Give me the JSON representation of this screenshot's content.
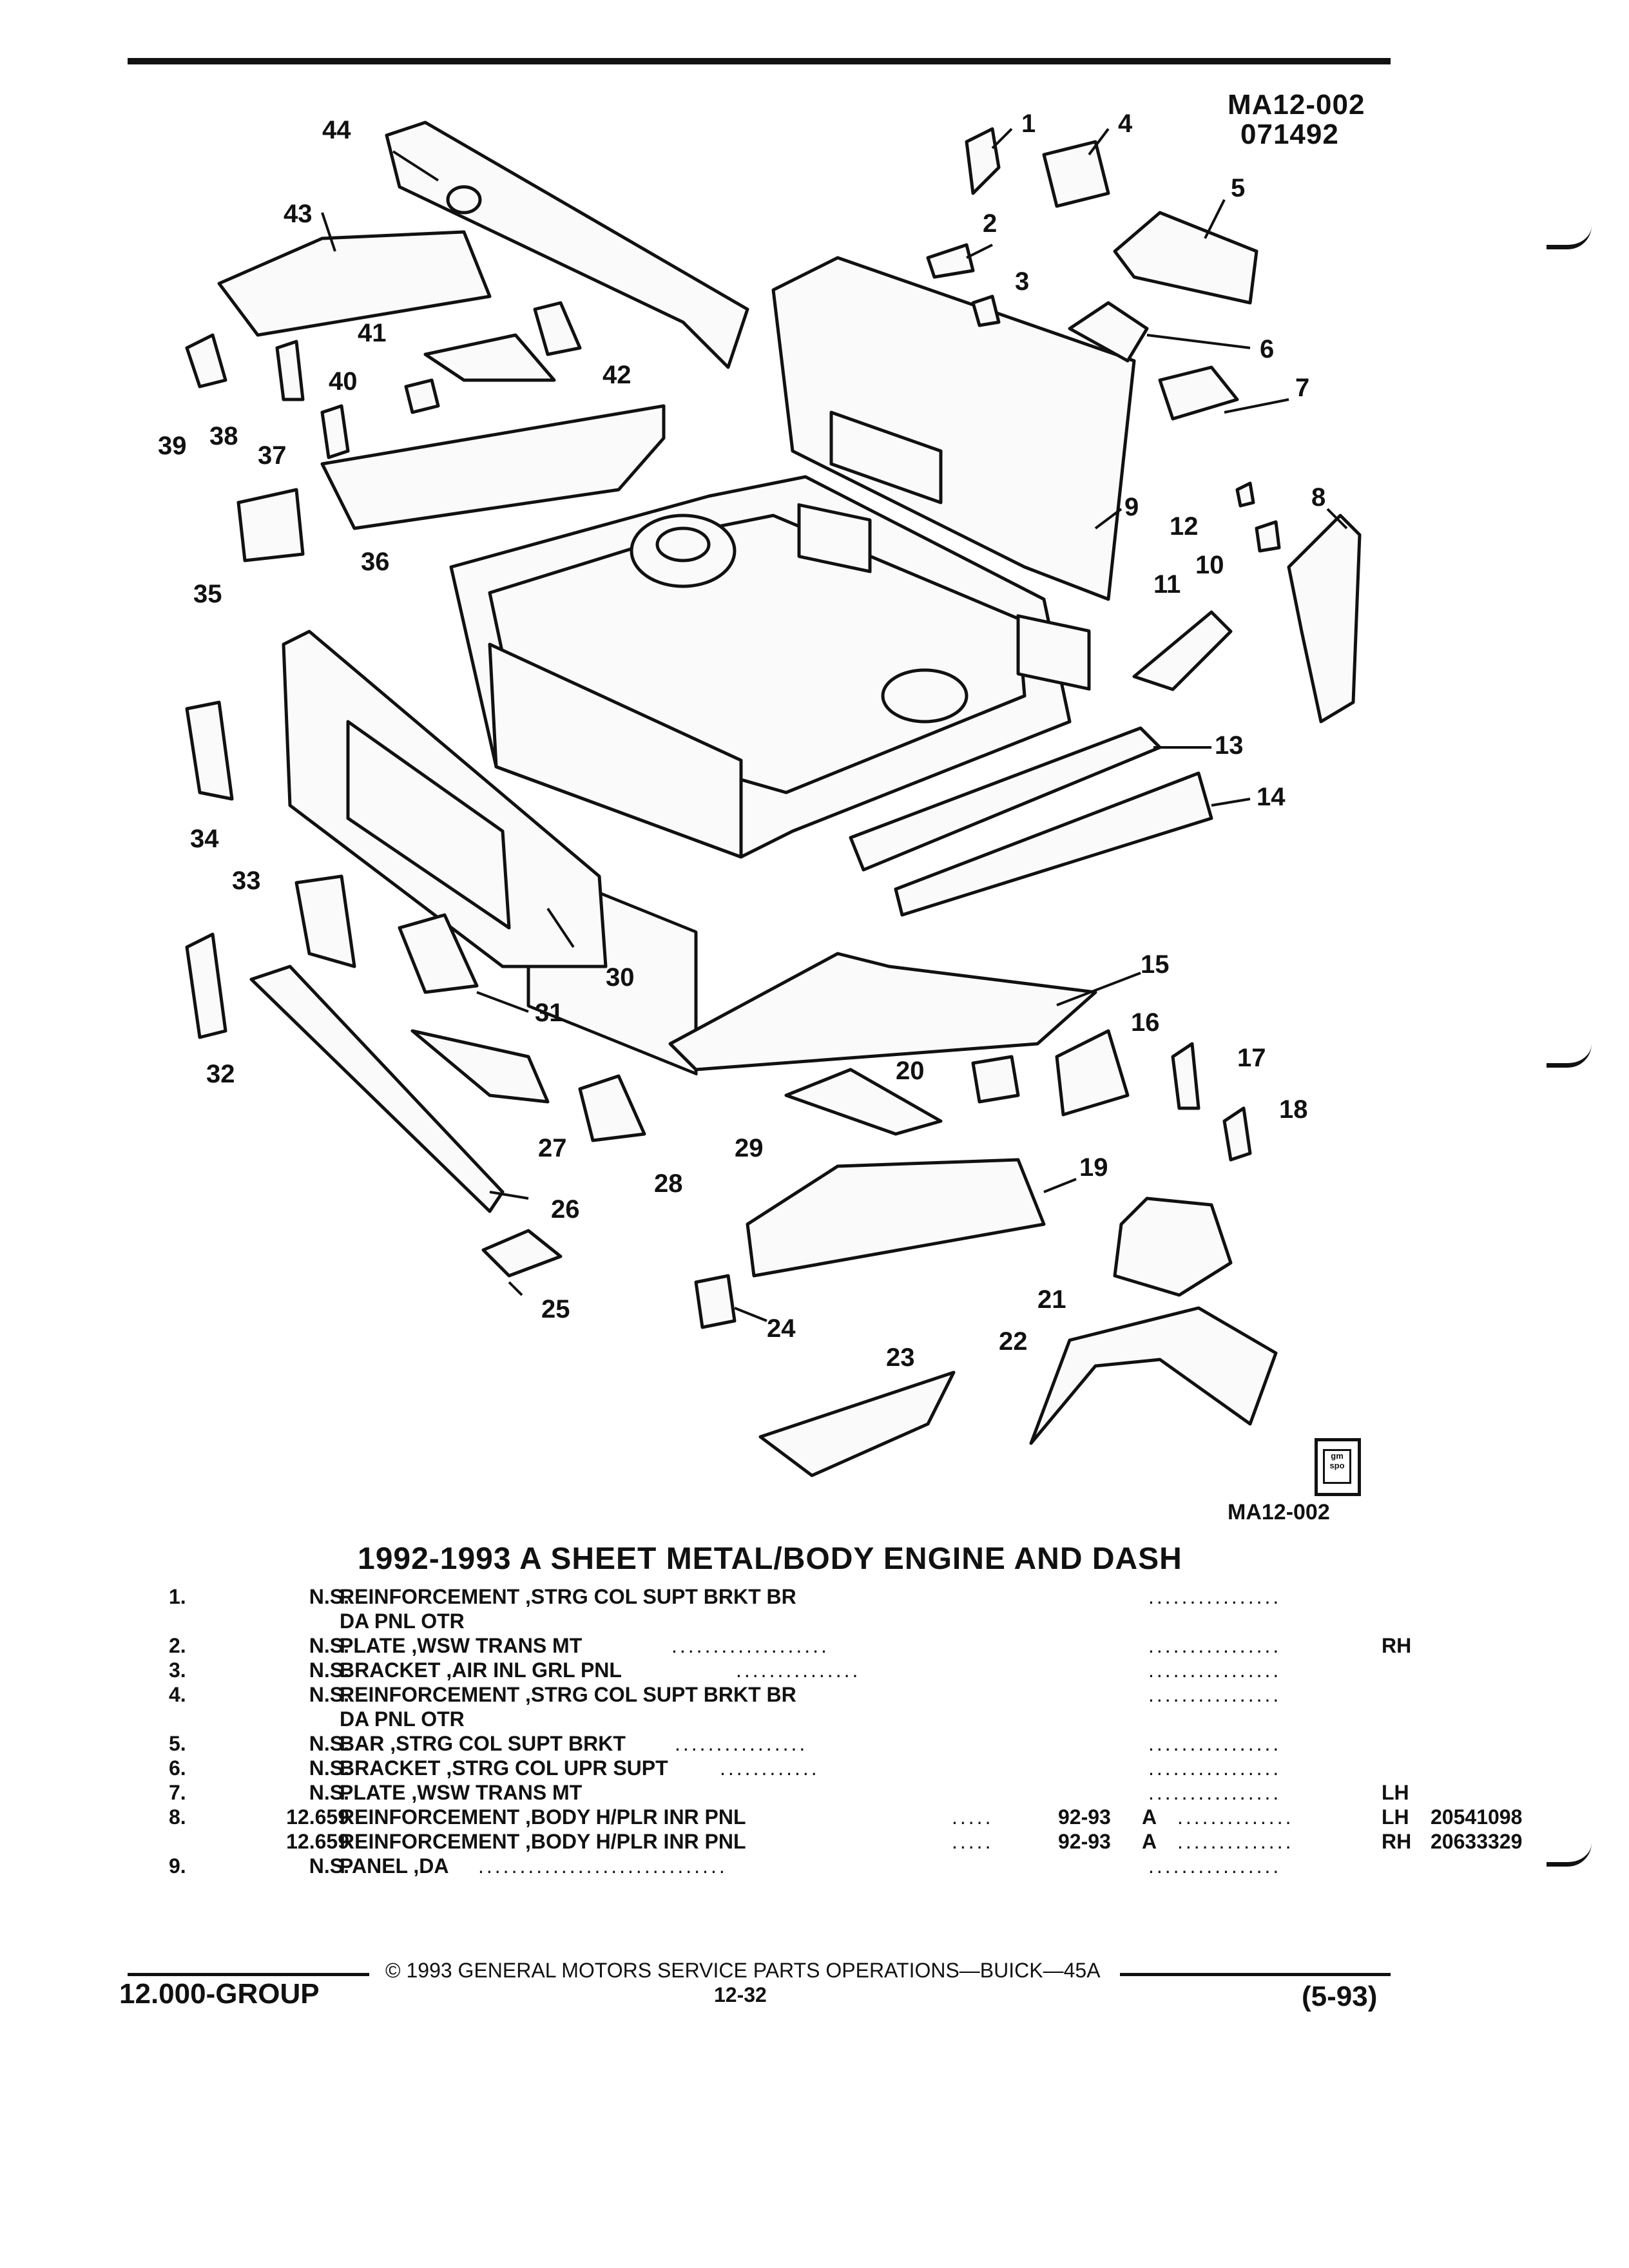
{
  "figure": {
    "code": "MA12-002",
    "date_code": "071492",
    "bottom_code": "MA12-002",
    "logo_text": "gm spo",
    "callouts": [
      "1",
      "2",
      "3",
      "4",
      "5",
      "6",
      "7",
      "8",
      "9",
      "10",
      "11",
      "12",
      "13",
      "14",
      "15",
      "16",
      "17",
      "18",
      "19",
      "20",
      "21",
      "22",
      "23",
      "24",
      "25",
      "26",
      "27",
      "28",
      "29",
      "30",
      "31",
      "32",
      "33",
      "34",
      "35",
      "36",
      "37",
      "38",
      "39",
      "40",
      "41",
      "42",
      "43",
      "44"
    ]
  },
  "title": "1992-1993 A SHEET METAL/BODY ENGINE AND DASH",
  "parts": [
    {
      "num": "1.",
      "price": "N.S.",
      "desc": "REINFORCEMENT ,STRG COL SUPT BRKT BR",
      "desc2": "DA PNL OTR",
      "dots1": "",
      "years": "",
      "series": "",
      "dots2": "................",
      "side": "",
      "partno": ""
    },
    {
      "num": "2.",
      "price": "N.S.",
      "desc": "PLATE ,WSW TRANS MT",
      "desc2": "",
      "dots1": "...................",
      "years": "",
      "series": "",
      "dots2": "................",
      "side": "RH",
      "partno": ""
    },
    {
      "num": "3.",
      "price": "N.S.",
      "desc": "BRACKET ,AIR INL GRL PNL",
      "desc2": "",
      "dots1": "...............",
      "years": "",
      "series": "",
      "dots2": "................",
      "side": "",
      "partno": ""
    },
    {
      "num": "4.",
      "price": "N.S.",
      "desc": "REINFORCEMENT ,STRG COL SUPT BRKT BR",
      "desc2": "DA PNL OTR",
      "dots1": "",
      "years": "",
      "series": "",
      "dots2": "................",
      "side": "",
      "partno": ""
    },
    {
      "num": "5.",
      "price": "N.S.",
      "desc": "BAR ,STRG COL SUPT BRKT",
      "desc2": "",
      "dots1": "................",
      "years": "",
      "series": "",
      "dots2": "................",
      "side": "",
      "partno": ""
    },
    {
      "num": "6.",
      "price": "N.S.",
      "desc": "BRACKET ,STRG COL UPR SUPT",
      "desc2": "",
      "dots1": "............",
      "years": "",
      "series": "",
      "dots2": "................",
      "side": "",
      "partno": ""
    },
    {
      "num": "7.",
      "price": "N.S.",
      "desc": "PLATE ,WSW TRANS MT",
      "desc2": "",
      "dots1": "...................",
      "years": "",
      "series": "",
      "dots2": "................",
      "side": "LH",
      "partno": ""
    },
    {
      "num": "8.",
      "price": "12.659",
      "desc": "REINFORCEMENT ,BODY H/PLR INR PNL",
      "desc2": "",
      "dots1": ".....",
      "years": "92-93",
      "series": "A",
      "dots2": "..............",
      "side": "LH",
      "partno": "20541098"
    },
    {
      "num": "",
      "price": "12.659",
      "desc": "REINFORCEMENT ,BODY H/PLR INR PNL",
      "desc2": "",
      "dots1": ".....",
      "years": "92-93",
      "series": "A",
      "dots2": "..............",
      "side": "RH",
      "partno": "20633329"
    },
    {
      "num": "9.",
      "price": "N.S.",
      "desc": "PANEL ,DA",
      "desc2": "",
      "dots1": "..............................",
      "years": "",
      "series": "",
      "dots2": "................",
      "side": "",
      "partno": ""
    }
  ],
  "footer": {
    "copyright": "© 1993 GENERAL MOTORS SERVICE PARTS OPERATIONS—BUICK—45A",
    "group": "12.000-GROUP",
    "page": "12-32",
    "date": "(5-93)"
  }
}
